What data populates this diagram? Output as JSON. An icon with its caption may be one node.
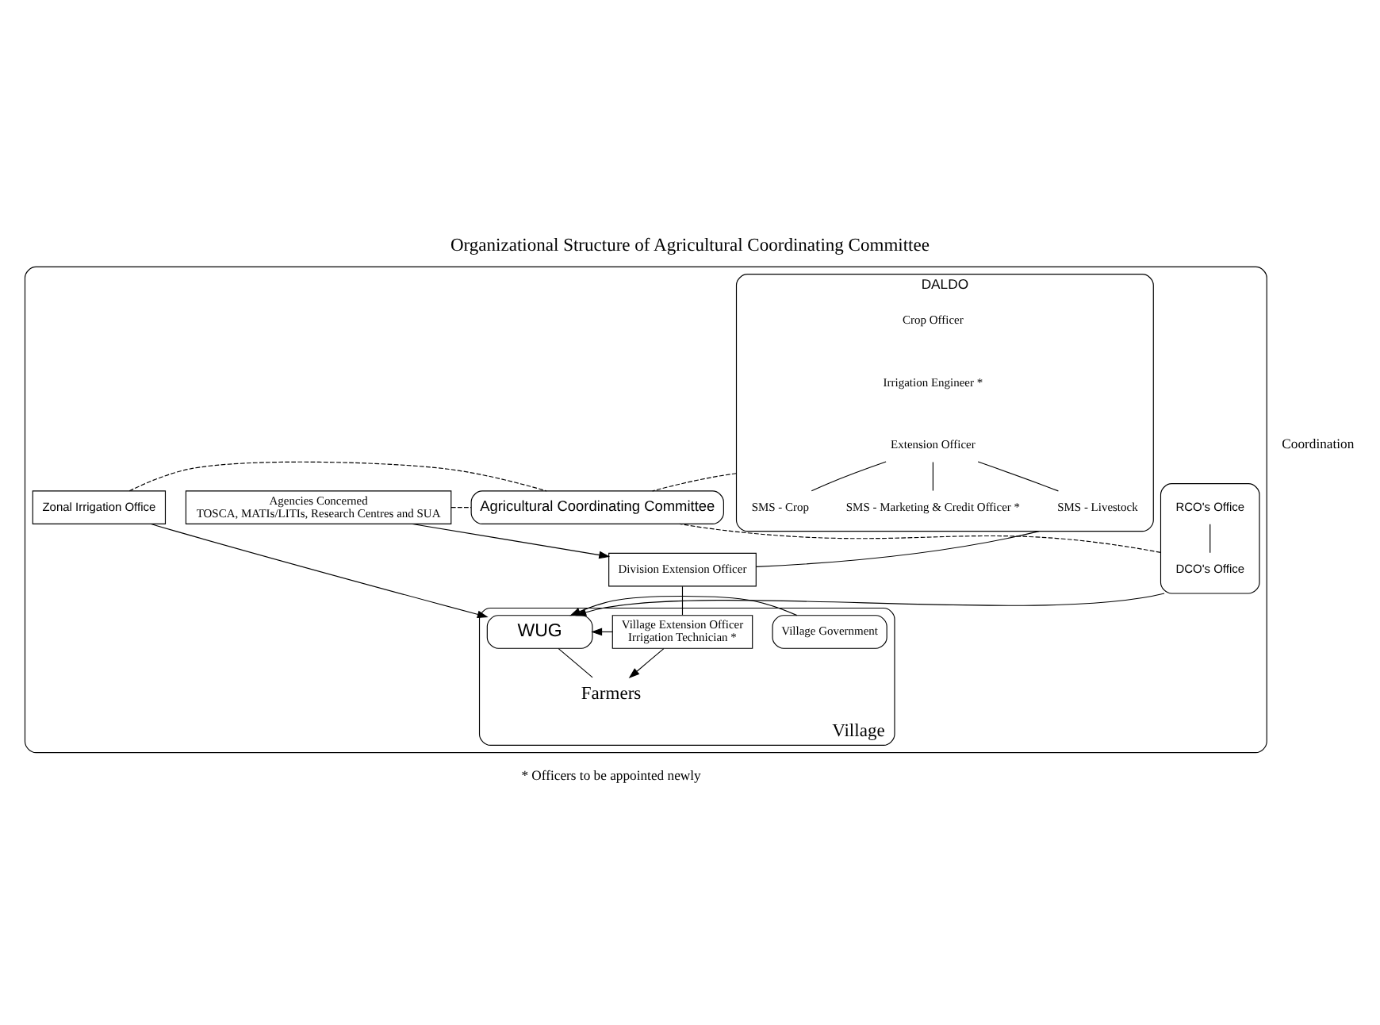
{
  "diagram": {
    "title": "Organizational Structure of Agricultural Coordinating Committee",
    "nodes": [
      {
        "text": [],
        "shape": "box"
      },
      {
        "text": [
          "Agricultural Coordinating Committee"
        ],
        "in": 0
      },
      {
        "text": [
          "Agencies Concerned",
          "TOSCA, MATIs/LITIs, Research Centres and SUA"
        ],
        "in": 0
      },
      {
        "text": [
          "DALDO"
        ],
        "in": 0
      },
      {
        "text": [
          "Crop Officer"
        ],
        "in": 3
      },
      {
        "text": [
          "Irrigation Engineer *"
        ],
        "in": 3
      },
      {
        "text": [
          "Extension Officer"
        ],
        "in": 3
      },
      {
        "text": [
          "SMS - Crop"
        ],
        "in": 3
      },
      {
        "text": [
          "SMS - Marketing & Credit Officer *"
        ],
        "in": 3
      },
      {
        "text": [
          "SMS - Livestock"
        ],
        "in": 3
      },
      {
        "text": [],
        "shape": "box",
        "in": 0
      },
      {
        "text": [
          "RCO's Office"
        ],
        "in": 10
      },
      {
        "text": [
          "DCO's Office"
        ],
        "in": 10
      },
      {
        "text": [
          "Zonal Irrigation Office"
        ],
        "in": 0
      },
      {
        "text": [
          "Division Extension Officer"
        ],
        "in": 0
      },
      {
        "text": [
          "Village"
        ],
        "in": 0
      },
      {
        "text": [
          "Village Extension Officer",
          "Irrigation Technician *"
        ],
        "in": 15
      },
      {
        "text": [
          "WUG"
        ],
        "in": 15
      },
      {
        "text": [
          "Village Government"
        ],
        "in": 15
      },
      {
        "text": [
          "Farmers"
        ],
        "in": 15
      }
    ],
    "edges": [
      {
        "from": 2,
        "to": 1,
        "arrow": "none",
        "style": "dashed"
      },
      {
        "from": 3,
        "to": 1,
        "arrow": "none",
        "style": "dashed"
      },
      {
        "from": 10,
        "to": 1,
        "arrow": "none",
        "style": "dashed"
      },
      {
        "from": 13,
        "to": 1,
        "arrow": "none",
        "style": "dashed"
      },
      {
        "from": 6,
        "to": 7,
        "arrow": "none"
      },
      {
        "from": 6,
        "to": 8,
        "arrow": "none"
      },
      {
        "from": 6,
        "to": 9,
        "arrow": "none"
      },
      {
        "from": 11,
        "to": 12,
        "arrow": "none"
      },
      {
        "from": 2,
        "to": 14,
        "arrow": "to"
      },
      {
        "from": 3,
        "to": 14,
        "arrow": "none"
      },
      {
        "from": 10,
        "to": 17,
        "arrow": "to"
      },
      {
        "from": 13,
        "to": 17,
        "arrow": "to"
      },
      {
        "from": 14,
        "to": 16,
        "arrow": "none"
      },
      {
        "from": 16,
        "to": 17,
        "arrow": "to"
      },
      {
        "from": 18,
        "to": 17,
        "arrow": "to"
      },
      {
        "from": 16,
        "to": 19,
        "arrow": "to"
      },
      {
        "from": 17,
        "to": 19,
        "arrow": "none"
      }
    ],
    "labels": [
      "Coordination",
      "* Officers to be appointed newly"
    ]
  }
}
